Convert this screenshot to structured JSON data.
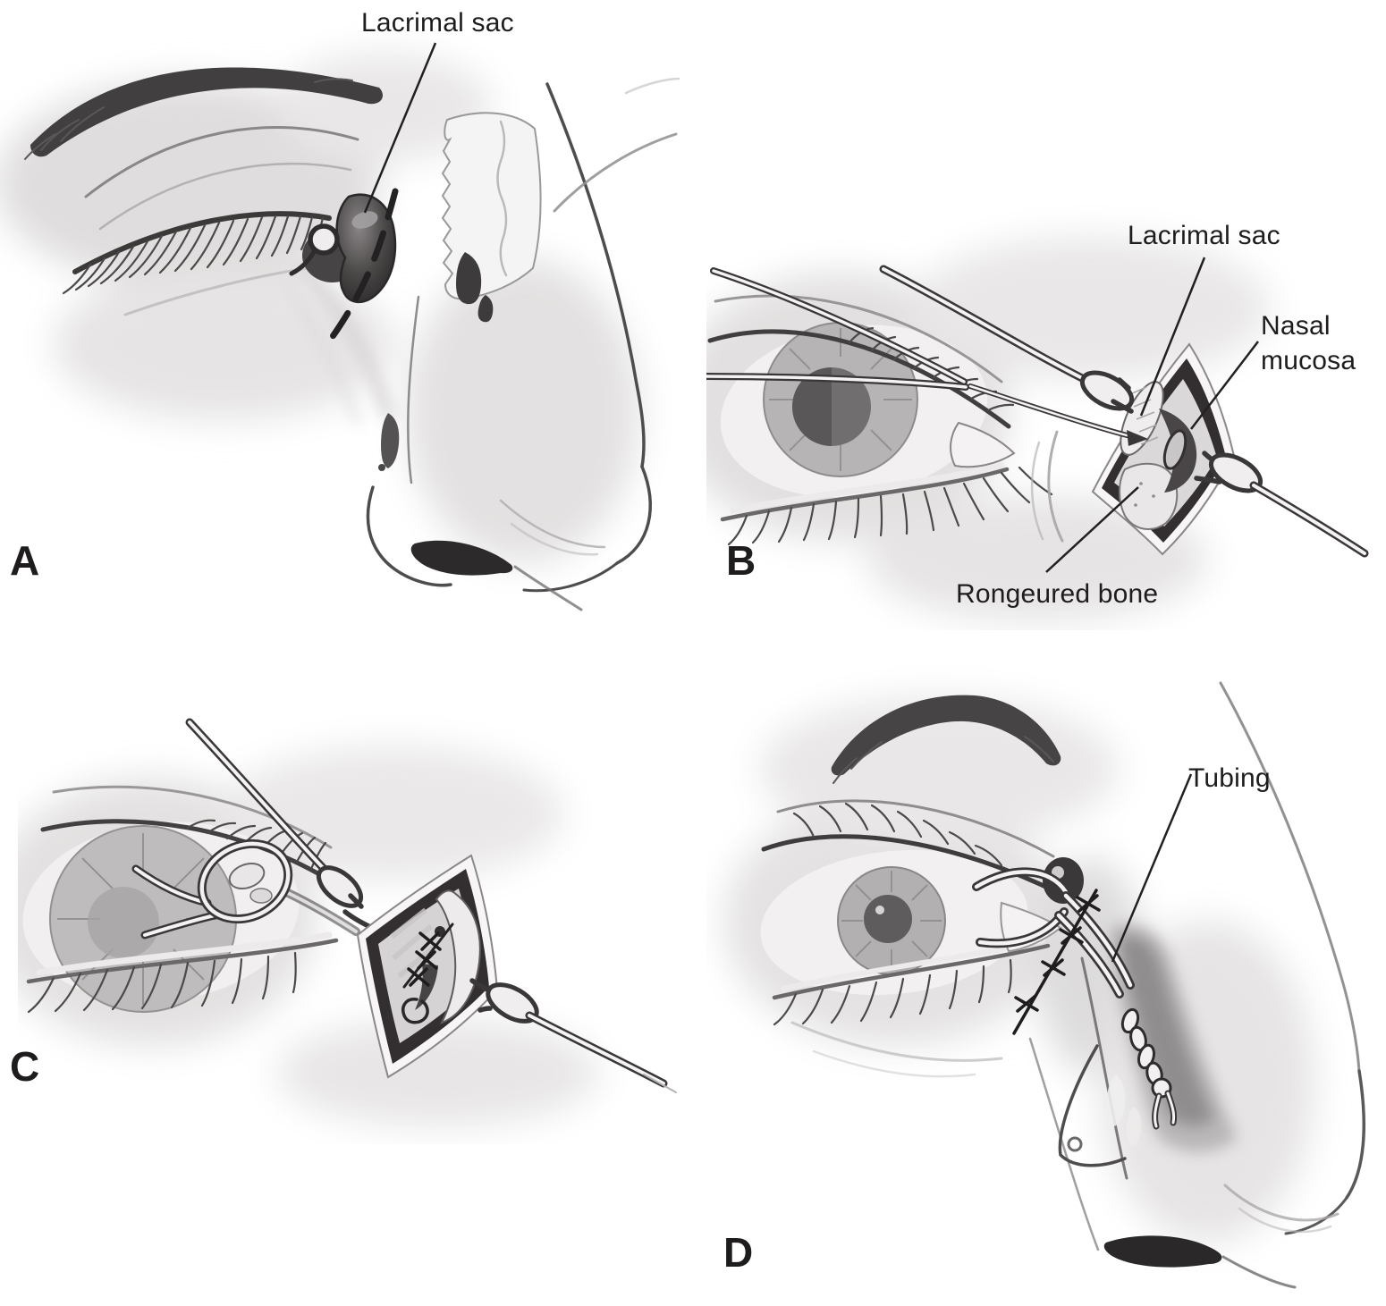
{
  "figure": {
    "background_color": "#ffffff",
    "ink_color": "#231f20",
    "shade_color": "#c9c6c7"
  },
  "panel_letters": {
    "a": "A",
    "b": "B",
    "c": "C",
    "d": "D"
  },
  "annotations": {
    "panel_a_lacrimal_sac": "Lacrimal sac",
    "panel_b_lacrimal_sac": "Lacrimal sac",
    "panel_b_nasal_mucosa": "Nasal mucosa",
    "panel_b_rongeured_bone": "Rongeured bone",
    "panel_d_tubing": "Tubing"
  }
}
